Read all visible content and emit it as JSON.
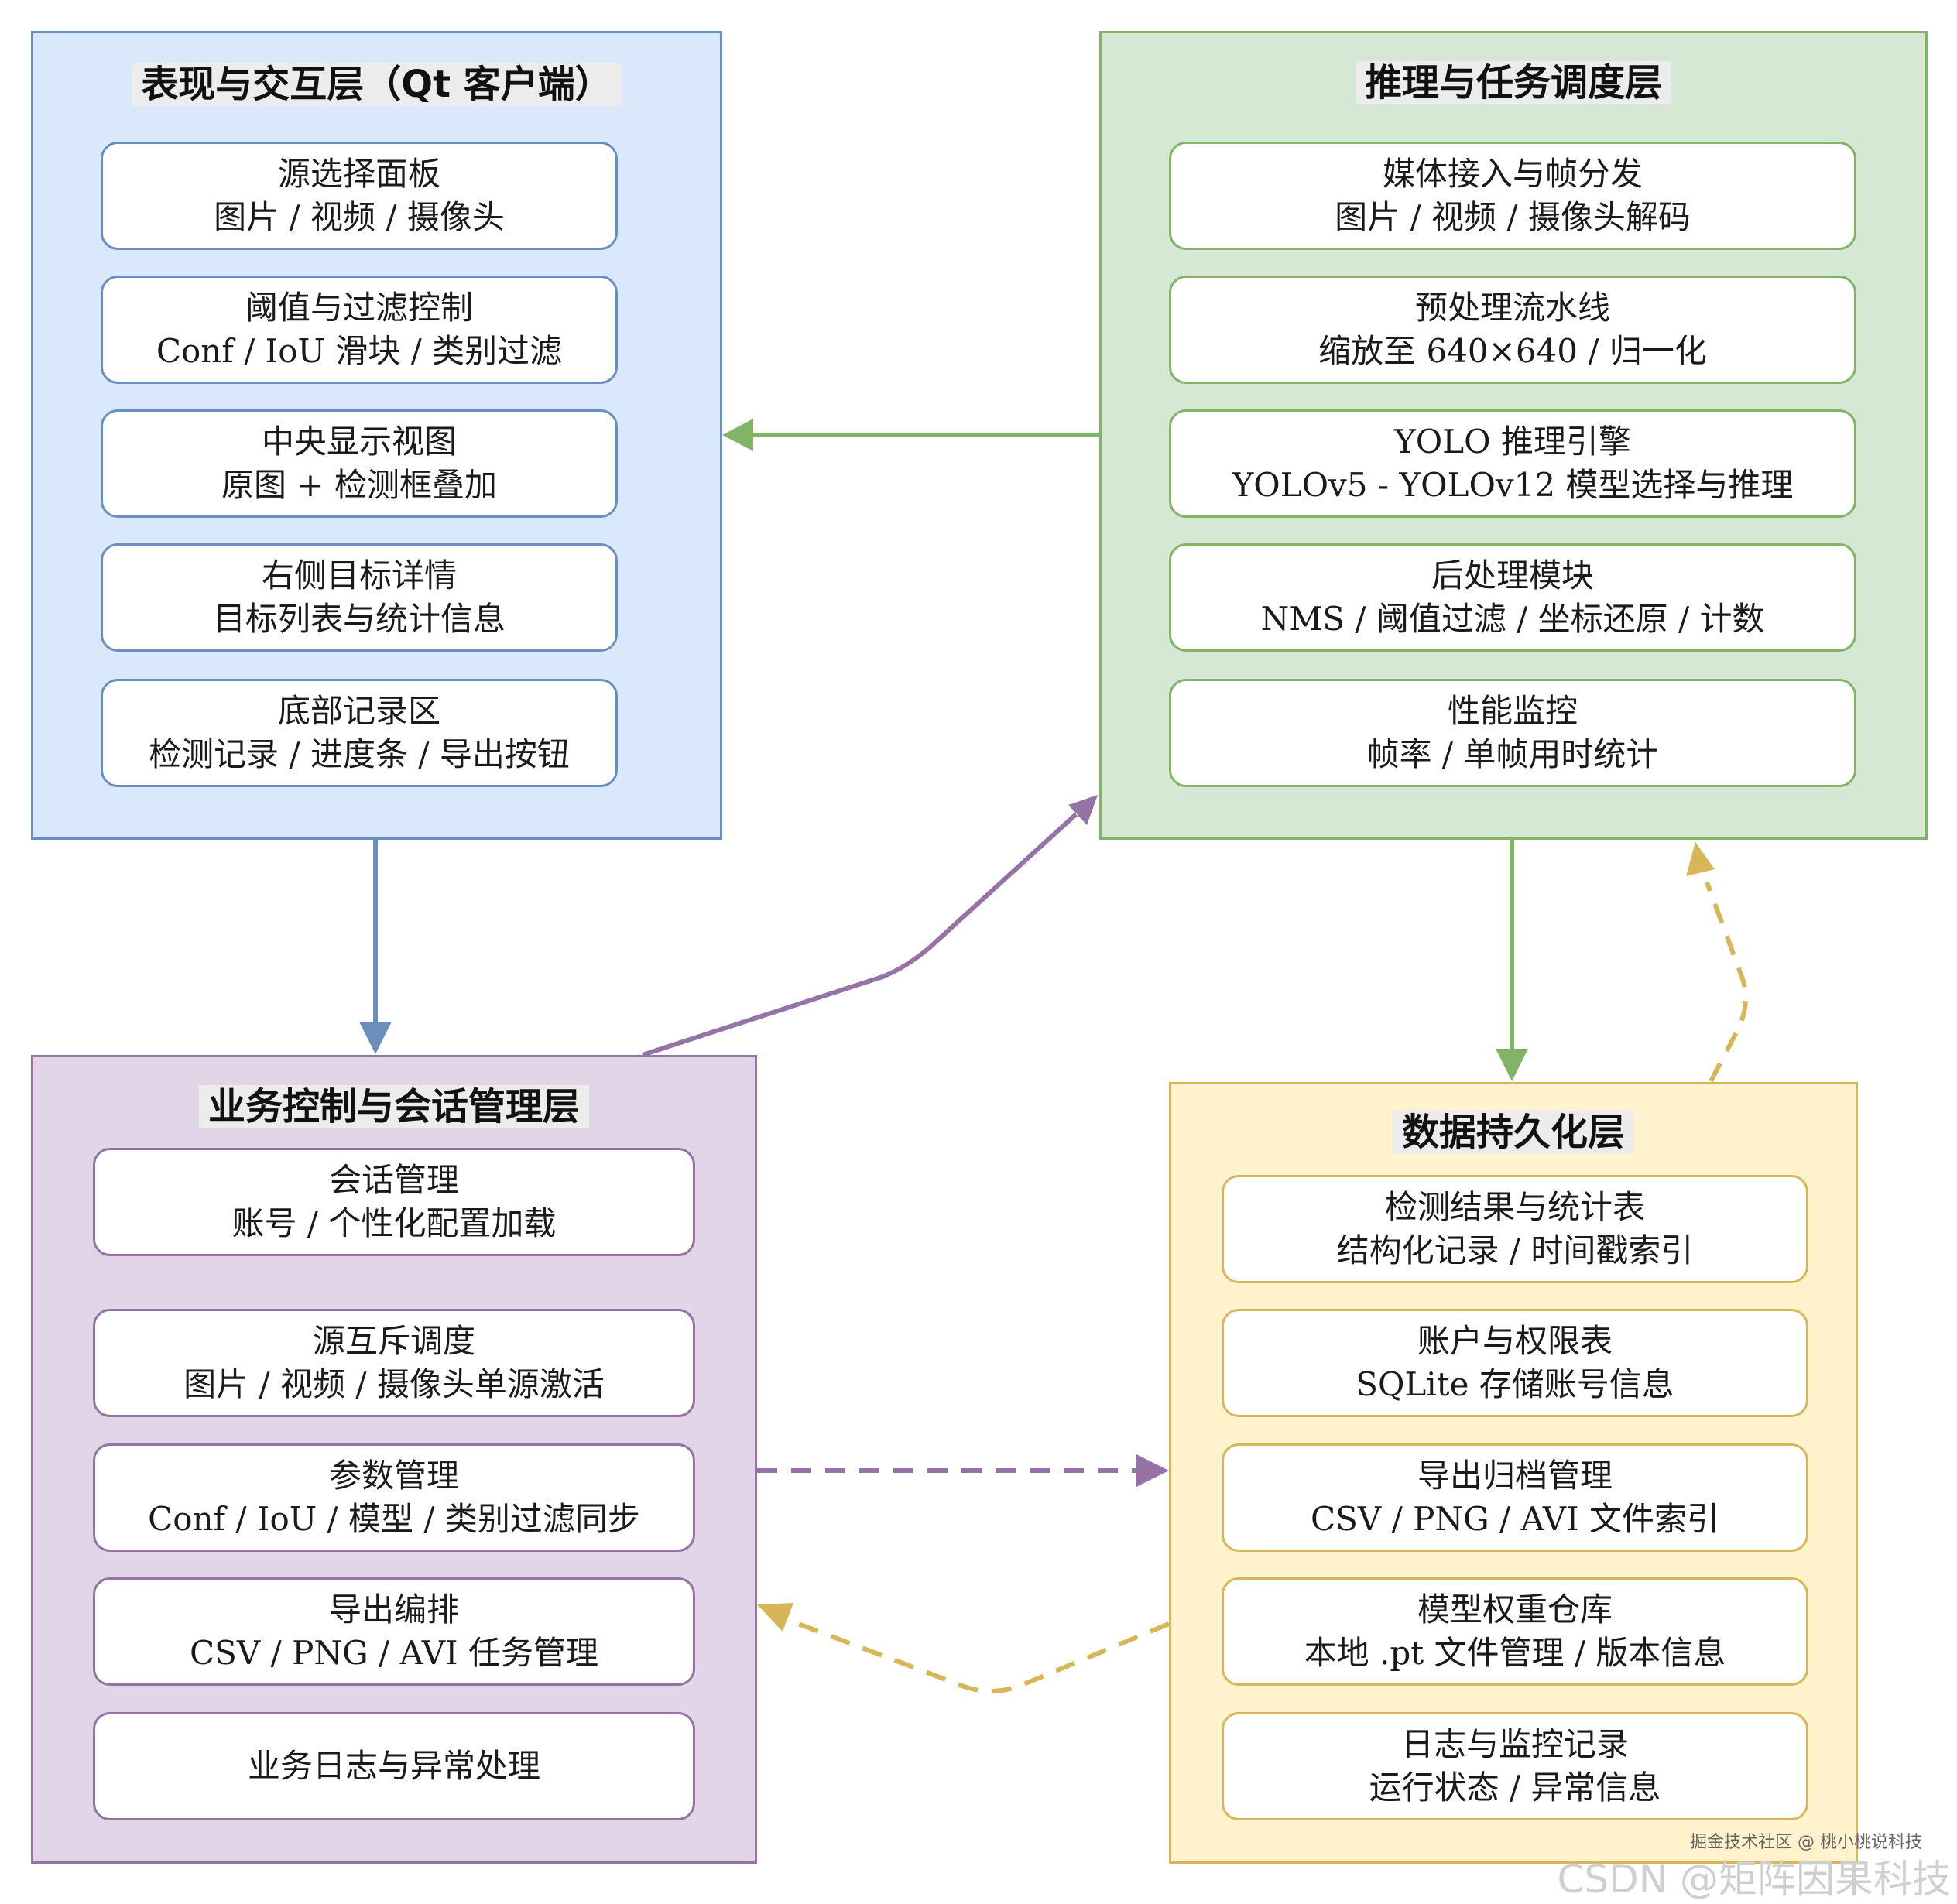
{
  "layers": {
    "presentation": {
      "title": "表现与交互层（Qt 客户端）",
      "boxes": [
        {
          "line1": "源选择面板",
          "line2": "图片 / 视频 / 摄像头"
        },
        {
          "line1": "阈值与过滤控制",
          "line2": "Conf / IoU 滑块 / 类别过滤"
        },
        {
          "line1": "中央显示视图",
          "line2": "原图 + 检测框叠加"
        },
        {
          "line1": "右侧目标详情",
          "line2": "目标列表与统计信息"
        },
        {
          "line1": "底部记录区",
          "line2": "检测记录 / 进度条 / 导出按钮"
        }
      ]
    },
    "inference": {
      "title": "推理与任务调度层",
      "boxes": [
        {
          "line1": "媒体接入与帧分发",
          "line2": "图片 / 视频 / 摄像头解码"
        },
        {
          "line1": "预处理流水线",
          "line2": "缩放至 640×640 / 归一化"
        },
        {
          "line1": "YOLO 推理引擎",
          "line2": "YOLOv5 - YOLOv12 模型选择与推理"
        },
        {
          "line1": "后处理模块",
          "line2": "NMS / 阈值过滤 / 坐标还原 / 计数"
        },
        {
          "line1": "性能监控",
          "line2": "帧率 / 单帧用时统计"
        }
      ]
    },
    "business": {
      "title": "业务控制与会话管理层",
      "boxes": [
        {
          "line1": "会话管理",
          "line2": "账号 / 个性化配置加载"
        },
        {
          "line1": "源互斥调度",
          "line2": "图片 / 视频 / 摄像头单源激活"
        },
        {
          "line1": "参数管理",
          "line2": "Conf / IoU / 模型 / 类别过滤同步"
        },
        {
          "line1": "导出编排",
          "line2": "CSV / PNG / AVI 任务管理"
        },
        {
          "line1": "业务日志与异常处理",
          "line2": ""
        }
      ]
    },
    "persistence": {
      "title": "数据持久化层",
      "boxes": [
        {
          "line1": "检测结果与统计表",
          "line2": "结构化记录 / 时间戳索引"
        },
        {
          "line1": "账户与权限表",
          "line2": "SQLite 存储账号信息"
        },
        {
          "line1": "导出归档管理",
          "line2": "CSV / PNG / AVI 文件索引"
        },
        {
          "line1": "模型权重仓库",
          "line2": "本地 .pt 文件管理 / 版本信息"
        },
        {
          "line1": "日志与监控记录",
          "line2": "运行状态 / 异常信息"
        }
      ]
    }
  },
  "colors": {
    "blue_fill": "#dae8fc",
    "blue_border": "#6c8ebf",
    "green_fill": "#d5e8d4",
    "green_border": "#82b366",
    "purple_fill": "#e1d5e7",
    "purple_border": "#9673a6",
    "yellow_fill": "#fff2cc",
    "yellow_border": "#d6b656"
  },
  "watermark": {
    "line1": "掘金技术社区 @ 桃小桃说科技",
    "line2": "CSDN @矩阵因果科技"
  }
}
